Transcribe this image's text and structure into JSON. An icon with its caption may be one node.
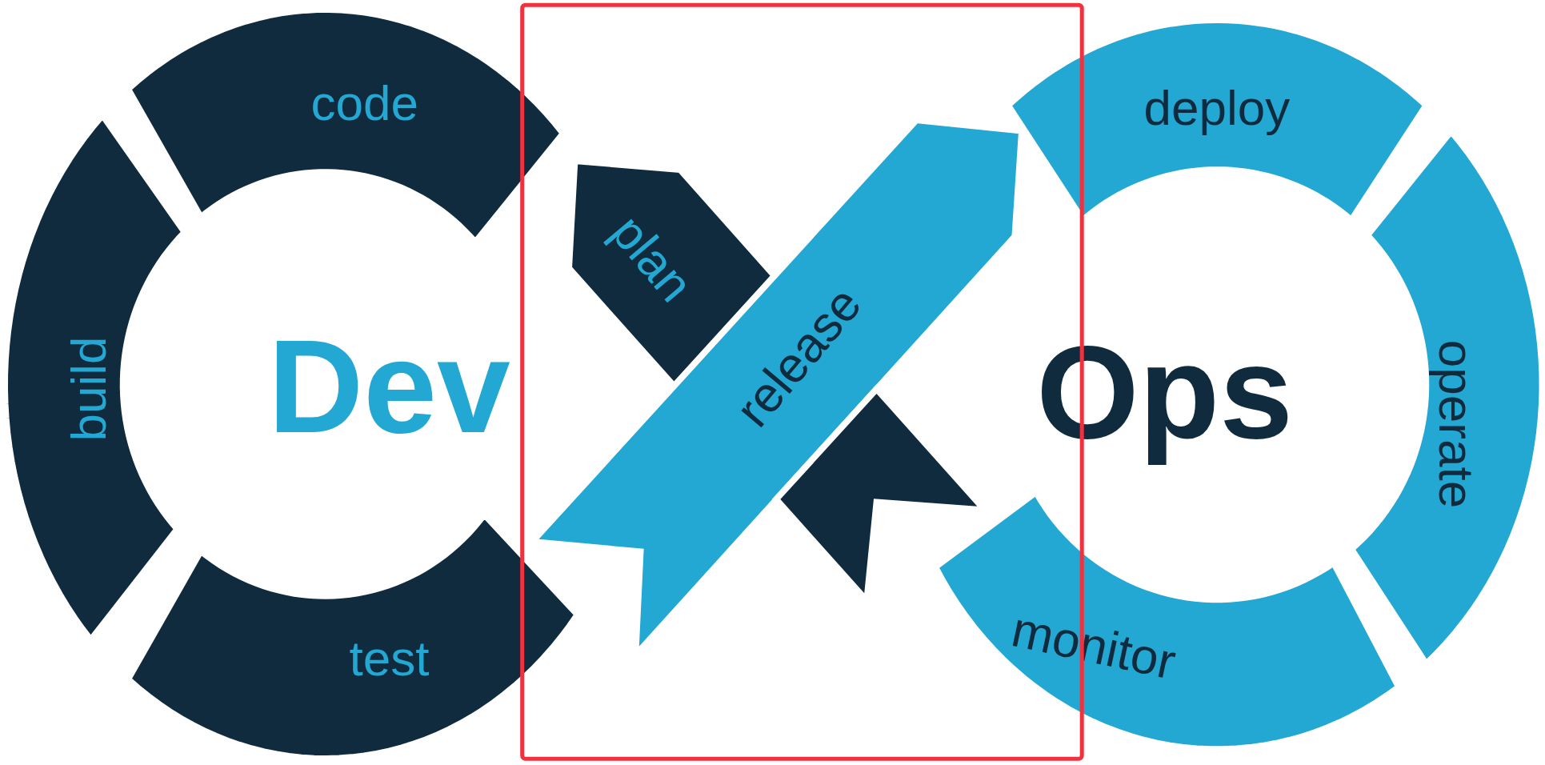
{
  "diagram": {
    "nodes": [
      {
        "text": [
          "code"
        ]
      },
      {
        "text": [
          "build"
        ]
      },
      {
        "text": [
          "test"
        ]
      },
      {
        "text": [
          "plan"
        ]
      },
      {
        "text": [
          "release"
        ]
      },
      {
        "text": [
          "deploy"
        ]
      },
      {
        "text": [
          "operate"
        ]
      },
      {
        "text": [
          "monitor"
        ]
      },
      {
        "text": [],
        "shape": "chevron"
      }
    ],
    "labels": [
      "Dev",
      "Ops"
    ]
  }
}
